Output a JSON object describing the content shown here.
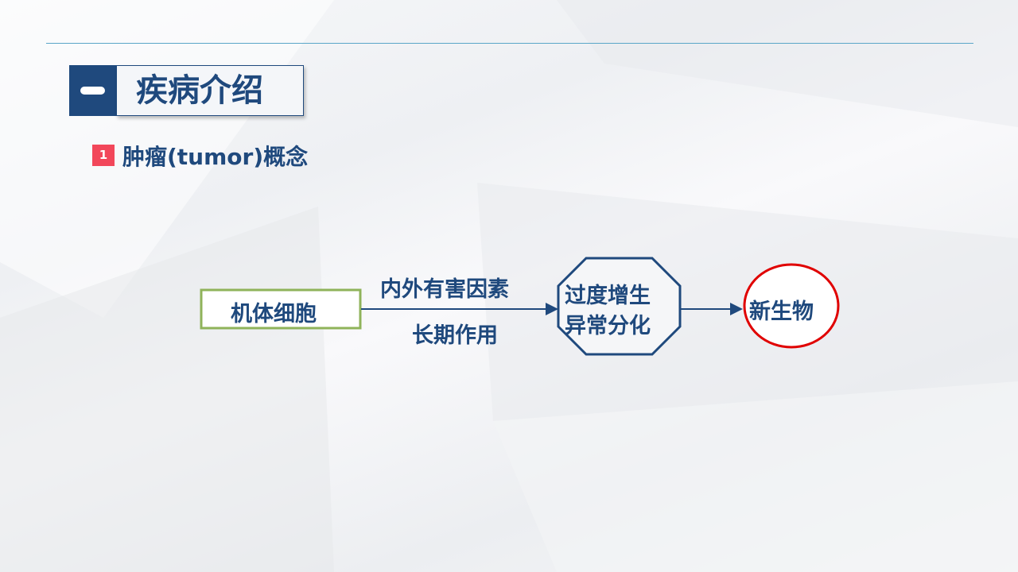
{
  "header": {
    "number_icon": "dash",
    "title": "疾病介绍"
  },
  "subheading": {
    "badge": "1",
    "text": "肿瘤(tumor)概念"
  },
  "diagram": {
    "start": "机体细胞",
    "arrow_label_top": "内外有害因素",
    "arrow_label_bottom": "长期作用",
    "middle_line1": "过度增生",
    "middle_line2": "异常分化",
    "end": "新生物",
    "colors": {
      "start_border": "#8fb35a",
      "end_border": "#e00000",
      "text": "#1f497d"
    }
  }
}
